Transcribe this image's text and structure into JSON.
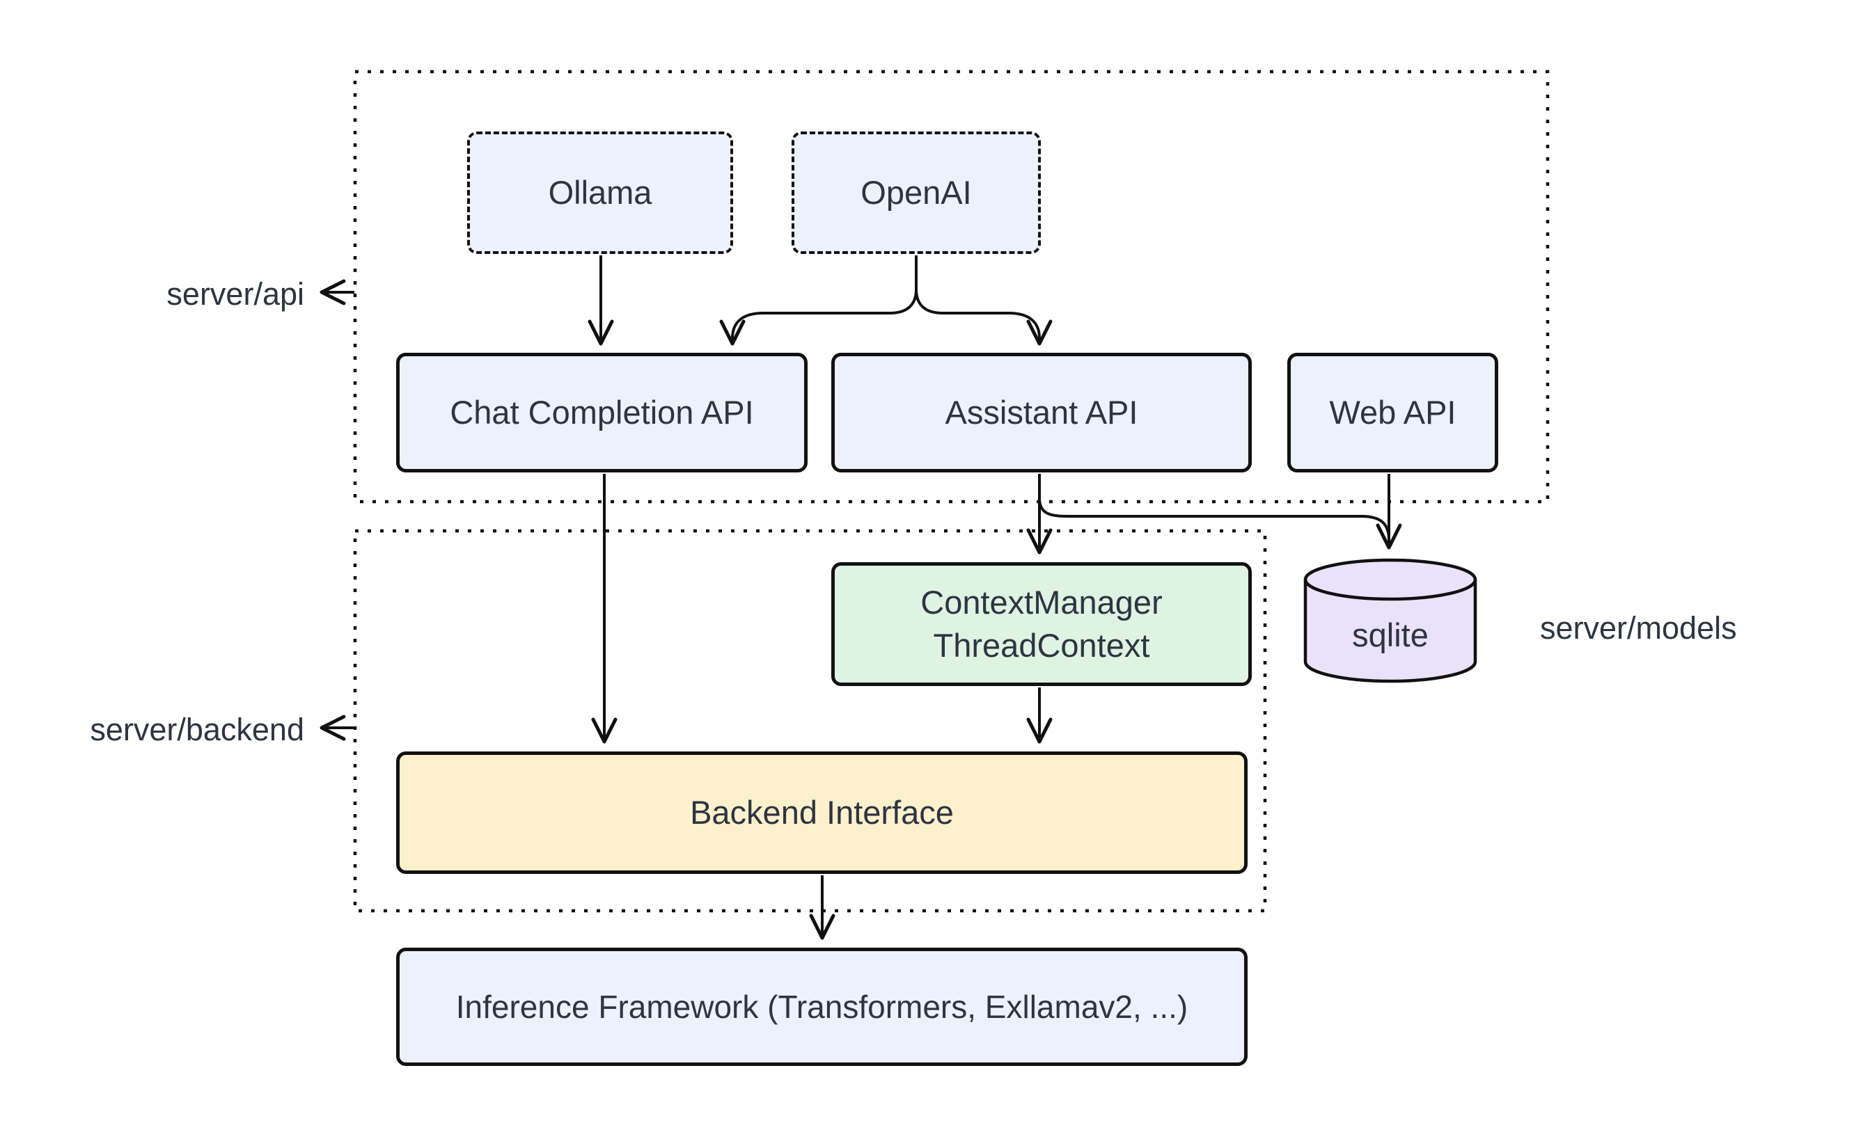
{
  "diagram_type": "architecture-flowchart",
  "containers": {
    "server_api": {
      "label": "server/api",
      "border_style": "dotted"
    },
    "server_backend": {
      "label": "server/backend",
      "border_style": "dotted"
    },
    "server_models": {
      "label": "server/models"
    }
  },
  "nodes": {
    "ollama": {
      "label": "Ollama",
      "shape": "dashed-rect",
      "fill": "#ecf1fb"
    },
    "openai": {
      "label": "OpenAI",
      "shape": "dashed-rect",
      "fill": "#ecf1fb"
    },
    "chat_completion_api": {
      "label": "Chat Completion API",
      "shape": "rect",
      "fill": "#ecf1fb"
    },
    "assistant_api": {
      "label": "Assistant API",
      "shape": "rect",
      "fill": "#ecf1fb"
    },
    "web_api": {
      "label": "Web API",
      "shape": "rect",
      "fill": "#ecf1fb"
    },
    "context_manager": {
      "label_line1": "ContextManager",
      "label_line2": "ThreadContext",
      "shape": "rect",
      "fill": "#def3e1"
    },
    "sqlite": {
      "label": "sqlite",
      "shape": "cylinder",
      "fill": "#eae2f8"
    },
    "backend_interface": {
      "label": "Backend Interface",
      "shape": "rect",
      "fill": "#fdf0cd"
    },
    "inference_framework": {
      "label": "Inference Framework (Transformers, Exllamav2, ...)",
      "shape": "rect",
      "fill": "#ecf1fb"
    }
  },
  "edges": [
    {
      "from": "ollama",
      "to": "chat_completion_api"
    },
    {
      "from": "openai",
      "to": "chat_completion_api"
    },
    {
      "from": "openai",
      "to": "assistant_api"
    },
    {
      "from": "chat_completion_api",
      "to": "backend_interface"
    },
    {
      "from": "assistant_api",
      "to": "context_manager"
    },
    {
      "from": "assistant_api",
      "to": "sqlite"
    },
    {
      "from": "web_api",
      "to": "sqlite"
    },
    {
      "from": "context_manager",
      "to": "backend_interface"
    },
    {
      "from": "backend_interface",
      "to": "inference_framework"
    }
  ],
  "colors": {
    "stroke": "#111111",
    "text": "#2e3440",
    "background": "#ffffff",
    "node_blue": "#ecf1fb",
    "node_green": "#def3e1",
    "node_yellow": "#fdf0cd",
    "node_purple": "#eae2f8"
  }
}
